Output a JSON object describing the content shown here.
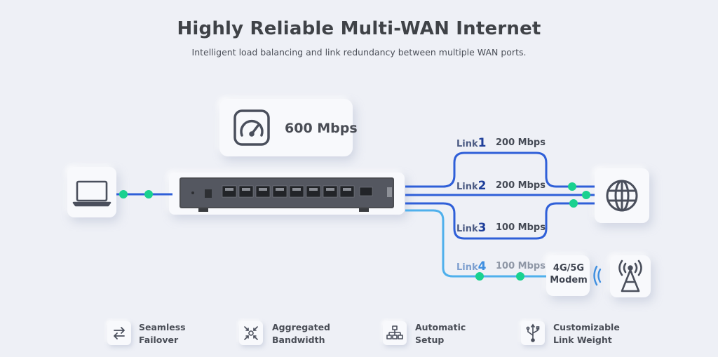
{
  "header": {
    "title": "Highly Reliable Multi-WAN Internet",
    "subtitle": "Intelligent load balancing and link redundancy between multiple WAN ports."
  },
  "aggregate": {
    "icon": "speedometer-icon",
    "speed_label": "600 Mbps"
  },
  "links": [
    {
      "prefix": "Link",
      "num": "1",
      "rate": "200 Mbps"
    },
    {
      "prefix": "Link",
      "num": "2",
      "rate": "200 Mbps"
    },
    {
      "prefix": "Link",
      "num": "3",
      "rate": "100 Mbps"
    },
    {
      "prefix": "Link",
      "num": "4",
      "rate": "100 Mbps"
    }
  ],
  "modem": {
    "line1": "4G/5G",
    "line2": "Modem"
  },
  "devices": {
    "laptop_icon": "laptop-icon",
    "internet_icon": "globe-icon",
    "tower_icon": "cell-tower-icon"
  },
  "features": [
    {
      "icon": "failover-arrows-icon",
      "line1": "Seamless",
      "line2": "Failover"
    },
    {
      "icon": "aggregation-icon",
      "line1": "Aggregated",
      "line2": "Bandwidth"
    },
    {
      "icon": "network-tree-icon",
      "line1": "Automatic",
      "line2": "Setup"
    },
    {
      "icon": "usb-fork-icon",
      "line1": "Customizable",
      "line2": "Link Weight"
    }
  ],
  "colors": {
    "primary_line": "#2f5fd8",
    "wireless_line": "#4fb0ec",
    "node": "#19d18f",
    "text_dark": "#3f4247"
  }
}
